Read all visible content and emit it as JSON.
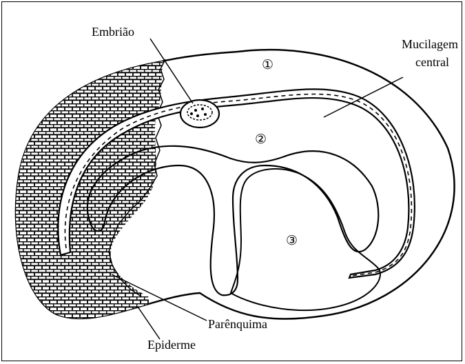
{
  "labels": {
    "embryo": "Embrião",
    "mucilage_line1": "Mucilagem",
    "mucilage_line2": "central",
    "parenchyma": "Parênquima",
    "epidermis": "Epiderme"
  },
  "regions": {
    "region1": "①",
    "region2": "②",
    "region3": "③"
  }
}
